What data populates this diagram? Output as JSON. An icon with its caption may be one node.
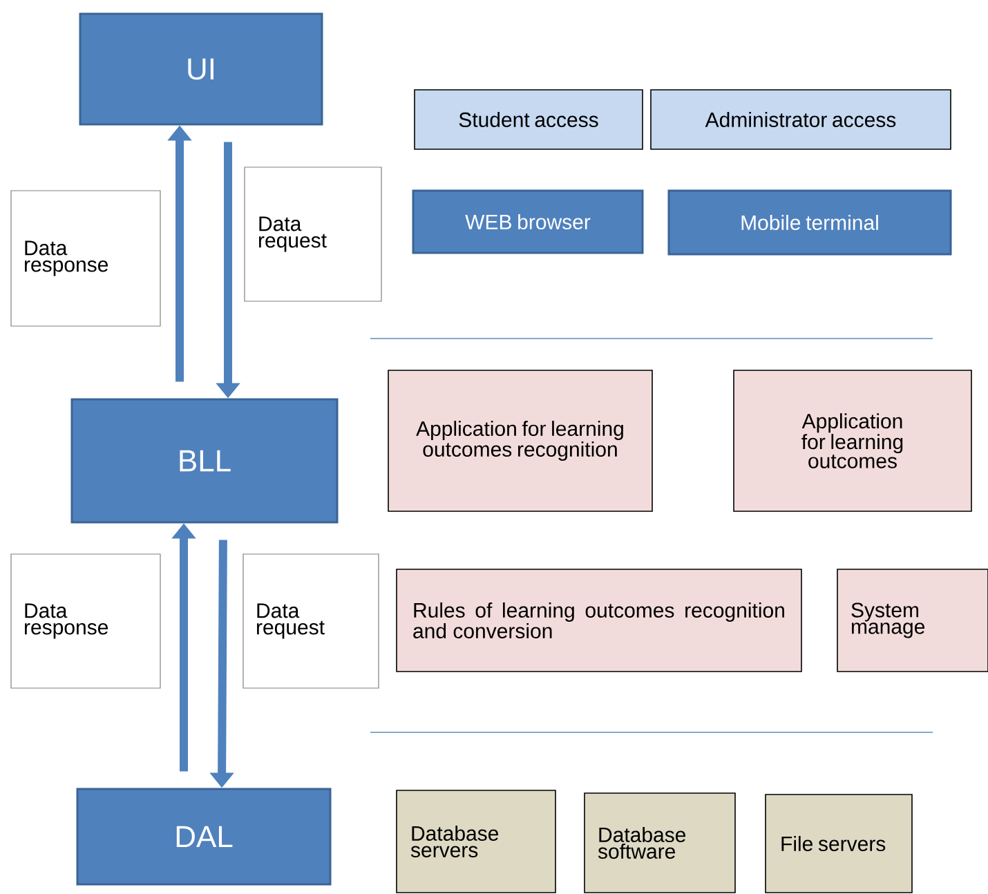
{
  "diagram": {
    "nodes": [
      {
        "text": [
          "UI"
        ]
      },
      {
        "text": [
          "Student access"
        ]
      },
      {
        "text": [
          "Administrator access"
        ]
      },
      {
        "text": [
          "Data request"
        ]
      },
      {
        "text": [
          "Data response"
        ]
      },
      {
        "text": [
          "WEB browser"
        ]
      },
      {
        "text": [
          "Mobile terminal"
        ]
      },
      {
        "text": [
          "Application for learning outcomes recognition"
        ]
      },
      {
        "text": [
          "Application for learning outcomes"
        ]
      },
      {
        "text": [
          "BLL"
        ]
      },
      {
        "text": [
          "Data response"
        ]
      },
      {
        "text": [
          "Data request"
        ]
      },
      {
        "text": [
          "Rules of learning outcomes recognition and conversion"
        ]
      },
      {
        "text": [
          "System manage"
        ]
      },
      {
        "text": [
          "Database servers"
        ]
      },
      {
        "text": [
          "Database software"
        ]
      },
      {
        "text": [
          "File servers"
        ]
      },
      {
        "text": [
          "DAL"
        ]
      }
    ],
    "edges": [
      {
        "from": 9,
        "to": 0,
        "arrow": "to"
      },
      {
        "from": 0,
        "to": 9,
        "arrow": "to"
      },
      {
        "from": 17,
        "to": 9,
        "arrow": "to"
      },
      {
        "from": 9,
        "to": 17,
        "arrow": "to"
      }
    ]
  }
}
